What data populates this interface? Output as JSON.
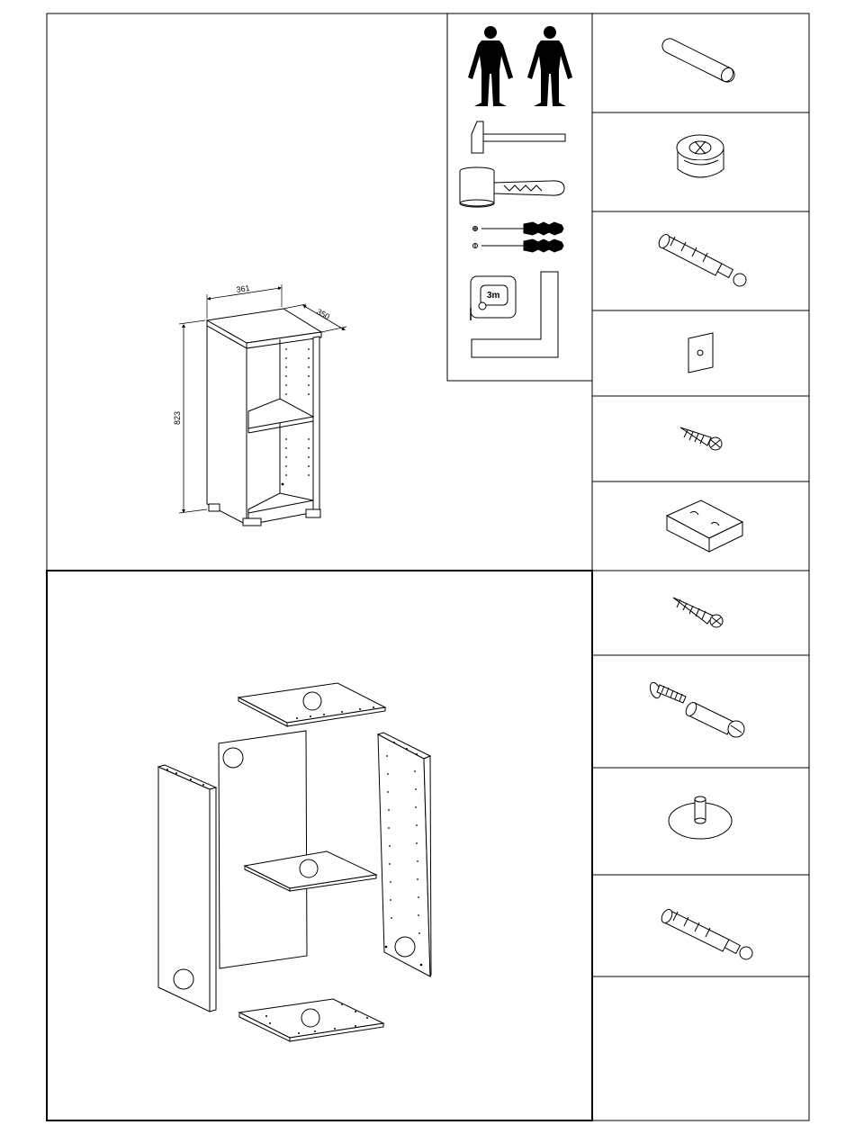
{
  "dimensions": {
    "width_label": "361",
    "depth_label": "350",
    "height_label": "823"
  },
  "tools": {
    "tape_label": "3m",
    "people_count": 2
  },
  "hardware_icons": [
    "wooden-dowel-icon",
    "cam-lock-icon",
    "cam-bolt-icon",
    "shelf-support-plate-icon",
    "small-screw-icon",
    "corner-block-icon",
    "long-screw-icon",
    "connector-bolt-icon",
    "glide-foot-icon",
    "shelf-pin-connector-icon"
  ]
}
